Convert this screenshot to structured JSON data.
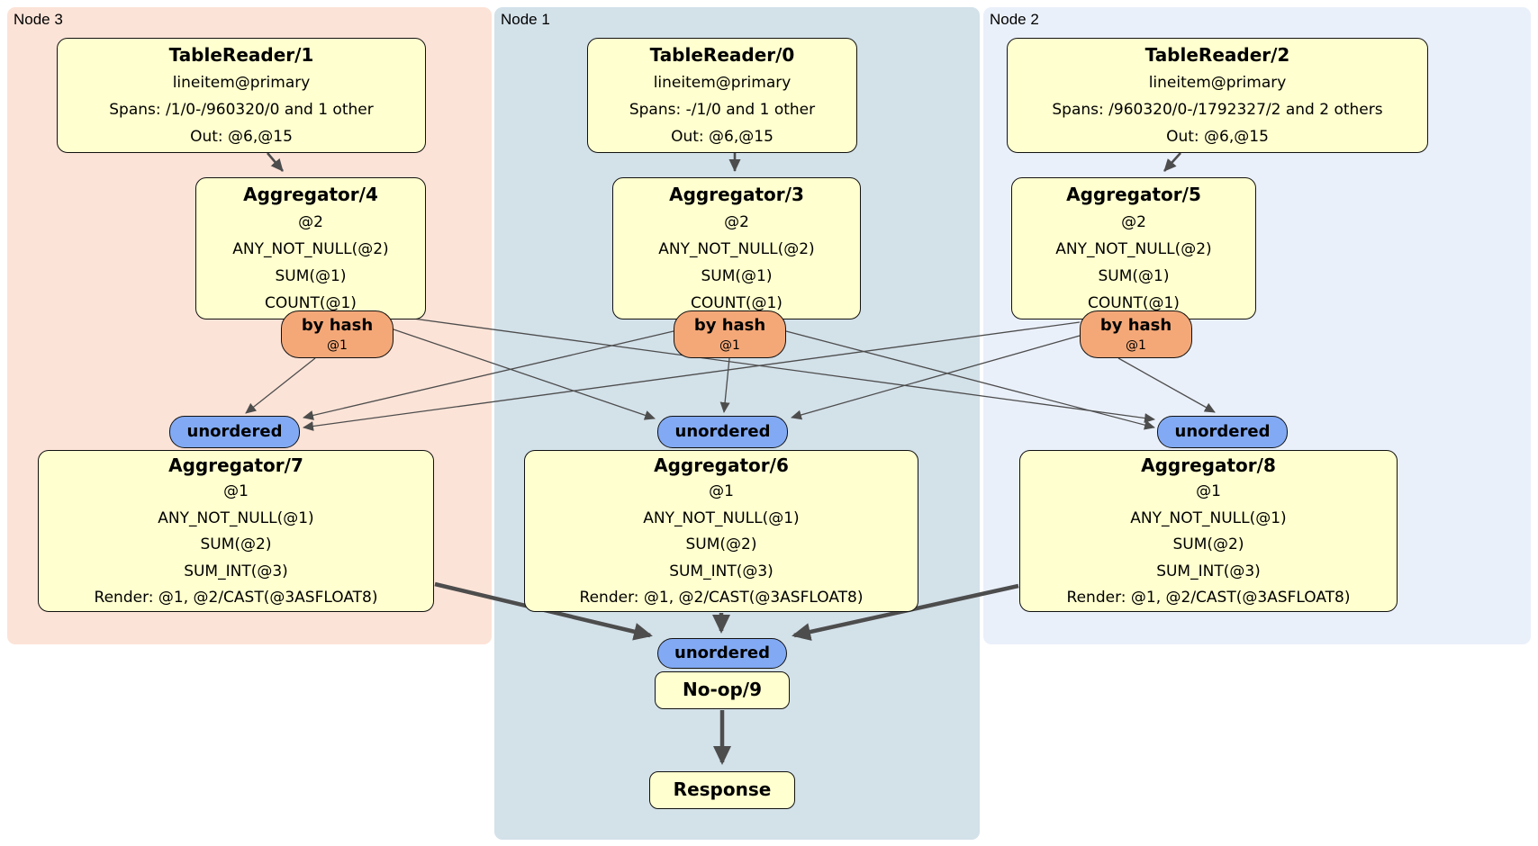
{
  "colors": {
    "node3_bg": "#fce3d7",
    "node1_bg": "#d3e1e9",
    "node2_bg": "#eaf0fa",
    "operator_box_bg": "#ffffcf",
    "router_pill_bg": "#f4a878",
    "sync_pill_bg": "#82aaf4",
    "edge": "#4d4d4d"
  },
  "regions": [
    {
      "label": "Node 3",
      "table_reader": {
        "title": "TableReader/1",
        "lines": [
          "lineitem@primary",
          "Spans: /1/0-/960320/0 and 1 other",
          "Out: @6,@15"
        ]
      },
      "group_aggregator": {
        "title": "Aggregator/4",
        "lines": [
          "@2",
          "ANY_NOT_NULL(@2)",
          "SUM(@1)",
          "COUNT(@1)"
        ]
      },
      "router": {
        "label": "by hash",
        "detail": "@1"
      },
      "sync": {
        "label": "unordered"
      },
      "final_aggregator": {
        "title": "Aggregator/7",
        "lines": [
          "@1",
          "ANY_NOT_NULL(@1)",
          "SUM(@2)",
          "SUM_INT(@3)",
          "Render: @1, @2/CAST(@3ASFLOAT8)"
        ]
      }
    },
    {
      "label": "Node 1",
      "table_reader": {
        "title": "TableReader/0",
        "lines": [
          "lineitem@primary",
          "Spans: -/1/0 and 1 other",
          "Out: @6,@15"
        ]
      },
      "group_aggregator": {
        "title": "Aggregator/3",
        "lines": [
          "@2",
          "ANY_NOT_NULL(@2)",
          "SUM(@1)",
          "COUNT(@1)"
        ]
      },
      "router": {
        "label": "by hash",
        "detail": "@1"
      },
      "sync": {
        "label": "unordered"
      },
      "final_aggregator": {
        "title": "Aggregator/6",
        "lines": [
          "@1",
          "ANY_NOT_NULL(@1)",
          "SUM(@2)",
          "SUM_INT(@3)",
          "Render: @1, @2/CAST(@3ASFLOAT8)"
        ]
      }
    },
    {
      "label": "Node 2",
      "table_reader": {
        "title": "TableReader/2",
        "lines": [
          "lineitem@primary",
          "Spans: /960320/0-/1792327/2 and 2 others",
          "Out: @6,@15"
        ]
      },
      "group_aggregator": {
        "title": "Aggregator/5",
        "lines": [
          "@2",
          "ANY_NOT_NULL(@2)",
          "SUM(@1)",
          "COUNT(@1)"
        ]
      },
      "router": {
        "label": "by hash",
        "detail": "@1"
      },
      "sync": {
        "label": "unordered"
      },
      "final_aggregator": {
        "title": "Aggregator/8",
        "lines": [
          "@1",
          "ANY_NOT_NULL(@1)",
          "SUM(@2)",
          "SUM_INT(@3)",
          "Render: @1, @2/CAST(@3ASFLOAT8)"
        ]
      }
    }
  ],
  "final_stage": {
    "sync_label": "unordered",
    "noop_title": "No-op/9",
    "response_title": "Response"
  }
}
